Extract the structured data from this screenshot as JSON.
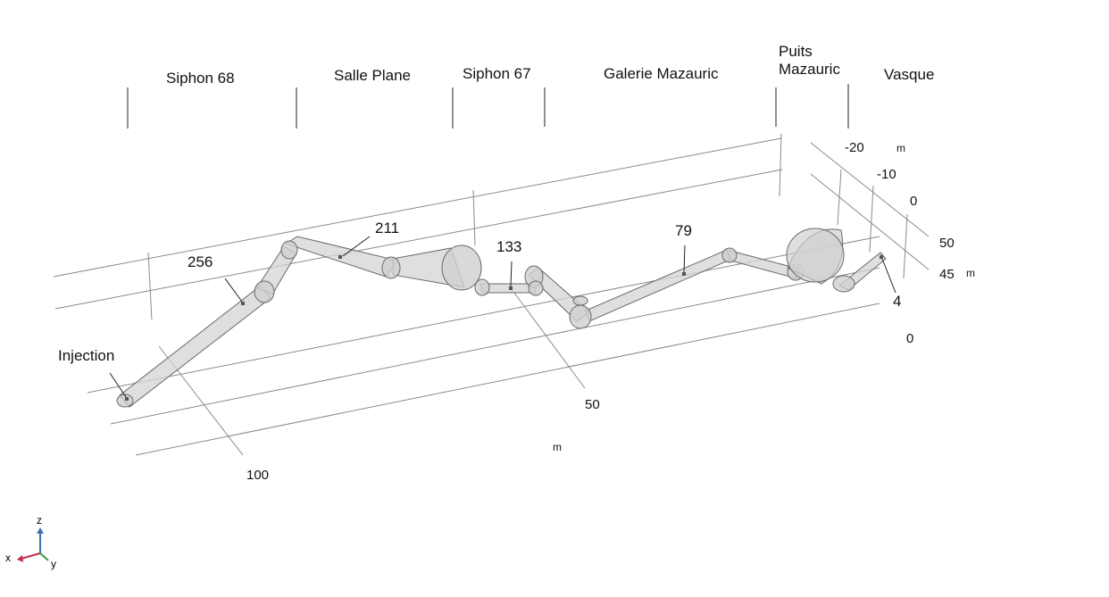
{
  "sections": [
    "Siphon 68",
    "Salle Plane",
    "Siphon 67",
    "Galerie Mazauric",
    "Puits\nMazauric",
    "Vasque"
  ],
  "sections_lines": {
    "puits_line1": "Puits",
    "puits_line2": "Mazauric"
  },
  "probes": {
    "injection": "Injection",
    "p256": "256",
    "p211": "211",
    "p133": "133",
    "p79": "79",
    "p4": "4"
  },
  "axis_x": {
    "t50": "50",
    "t100": "100",
    "unit": "m"
  },
  "axis_y": {
    "tneg20": "-20",
    "tneg10": "-10",
    "t0": "0",
    "unit": "m"
  },
  "axis_z": {
    "t50": "50",
    "t45": "45",
    "t0": "0",
    "unit": "m"
  },
  "triad": {
    "x": "x",
    "y": "y",
    "z": "z"
  },
  "colors": {
    "tube_fill": "#d4d4d4",
    "tube_stroke": "#6a6a6a",
    "grid": "#8a8a8a",
    "triad_x": "#c0304a",
    "triad_y": "#3a9a3a",
    "triad_z": "#3a6fb0"
  }
}
